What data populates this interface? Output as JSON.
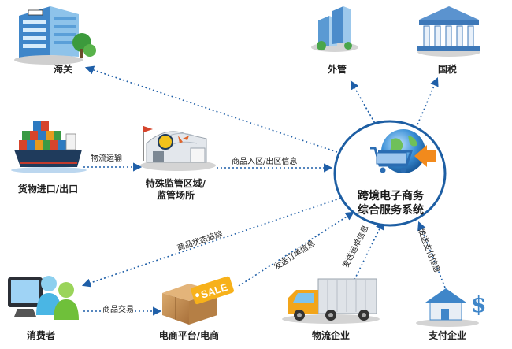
{
  "center": {
    "line1": "跨境电子商务",
    "line2": "综合服务系统"
  },
  "nodes": {
    "customs": "海关",
    "waiguan": "外管",
    "tax": "国税",
    "import_export": "货物进口/出口",
    "special_zone_line1": "特殊监管区域/",
    "special_zone_line2": "监管场所",
    "consumer": "消费者",
    "platform": "电商平台/电商",
    "logistics": "物流企业",
    "payment": "支付企业"
  },
  "edges": {
    "logistics_transport": "物流运输",
    "goods_in_out": "商品入区/出区信息",
    "goods_tracking": "商品状态追踪",
    "send_order": "发送订单信息",
    "goods_trade": "商品交易",
    "send_waybill": "发送运单信息",
    "send_payment": "发送支付信息"
  },
  "colors": {
    "arrow": "#1f5fa8",
    "building_blue": "#3f86c9",
    "globe": "#2e7dc9"
  },
  "icons": {
    "customs": "office-building-icon",
    "waiguan": "office-tower-icon",
    "tax": "government-building-icon",
    "ship": "container-ship-icon",
    "warehouse": "warehouse-icon",
    "consumer": "people-computer-icon",
    "box": "shipping-box-sale-icon",
    "truck": "truck-icon",
    "payment": "house-payment-icon",
    "cart": "shopping-cart-globe-icon"
  },
  "sale_tag": "SALE"
}
